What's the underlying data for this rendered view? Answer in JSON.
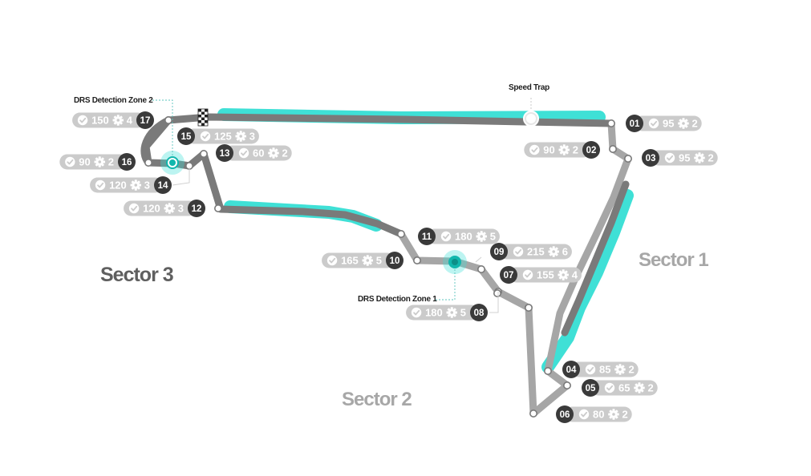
{
  "colors": {
    "background": "#ffffff",
    "track_sector3": "#7a7a7a",
    "track_sector1_2": "#a6a6a6",
    "drs_highlight": "#3fe0d6",
    "corner_number_bg": "#3a3a3a",
    "pill_bg": "#cbcbcb",
    "sector3_label": "#5f5f5f",
    "sector12_label": "#a7a7a7",
    "drs_marker": "#11b7ad"
  },
  "sectors": [
    {
      "id": "sector-1",
      "label": "Sector 1"
    },
    {
      "id": "sector-2",
      "label": "Sector 2"
    },
    {
      "id": "sector-3",
      "label": "Sector 3"
    }
  ],
  "annotations": {
    "speed_trap": "Speed Trap",
    "drs_zone_1": "DRS Detection Zone 1",
    "drs_zone_2": "DRS Detection Zone 2"
  },
  "icons": {
    "speed": "speedometer-icon",
    "gear": "gear-icon",
    "finish": "checkered-flag-icon"
  },
  "corners": [
    {
      "number": "01",
      "speed": "95",
      "gear": "2"
    },
    {
      "number": "02",
      "speed": "90",
      "gear": "2"
    },
    {
      "number": "03",
      "speed": "95",
      "gear": "2"
    },
    {
      "number": "04",
      "speed": "85",
      "gear": "2"
    },
    {
      "number": "05",
      "speed": "65",
      "gear": "2"
    },
    {
      "number": "06",
      "speed": "80",
      "gear": "2"
    },
    {
      "number": "07",
      "speed": "155",
      "gear": "4"
    },
    {
      "number": "08",
      "speed": "180",
      "gear": "5"
    },
    {
      "number": "09",
      "speed": "215",
      "gear": "6"
    },
    {
      "number": "10",
      "speed": "165",
      "gear": "5"
    },
    {
      "number": "11",
      "speed": "180",
      "gear": "5"
    },
    {
      "number": "12",
      "speed": "120",
      "gear": "3"
    },
    {
      "number": "13",
      "speed": "60",
      "gear": "2"
    },
    {
      "number": "14",
      "speed": "120",
      "gear": "3"
    },
    {
      "number": "15",
      "speed": "125",
      "gear": "3"
    },
    {
      "number": "16",
      "speed": "90",
      "gear": "2"
    },
    {
      "number": "17",
      "speed": "150",
      "gear": "4"
    }
  ]
}
